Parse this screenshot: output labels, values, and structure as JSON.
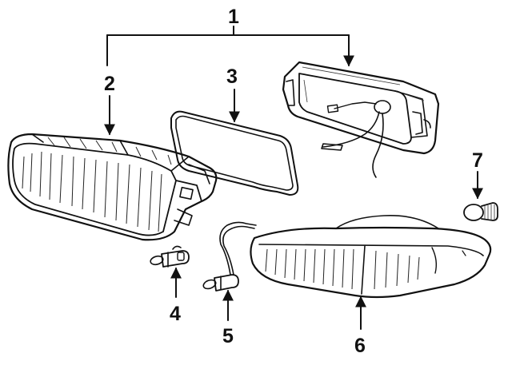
{
  "diagram": {
    "callouts": [
      {
        "id": "1",
        "label": "1"
      },
      {
        "id": "2",
        "label": "2"
      },
      {
        "id": "3",
        "label": "3"
      },
      {
        "id": "4",
        "label": "4"
      },
      {
        "id": "5",
        "label": "5"
      },
      {
        "id": "6",
        "label": "6"
      },
      {
        "id": "7",
        "label": "7"
      }
    ],
    "parts": [
      {
        "callout": "1",
        "icon": "lamp-housing-icon"
      },
      {
        "callout": "2",
        "icon": "headlamp-lens-icon"
      },
      {
        "callout": "3",
        "icon": "gasket-icon"
      },
      {
        "callout": "4",
        "icon": "halogen-bulb-icon"
      },
      {
        "callout": "5",
        "icon": "bulb-socket-icon"
      },
      {
        "callout": "6",
        "icon": "turn-signal-lens-icon"
      },
      {
        "callout": "7",
        "icon": "miniature-bulb-icon"
      }
    ],
    "colors": {
      "ink": "#111111",
      "background": "#ffffff"
    }
  }
}
